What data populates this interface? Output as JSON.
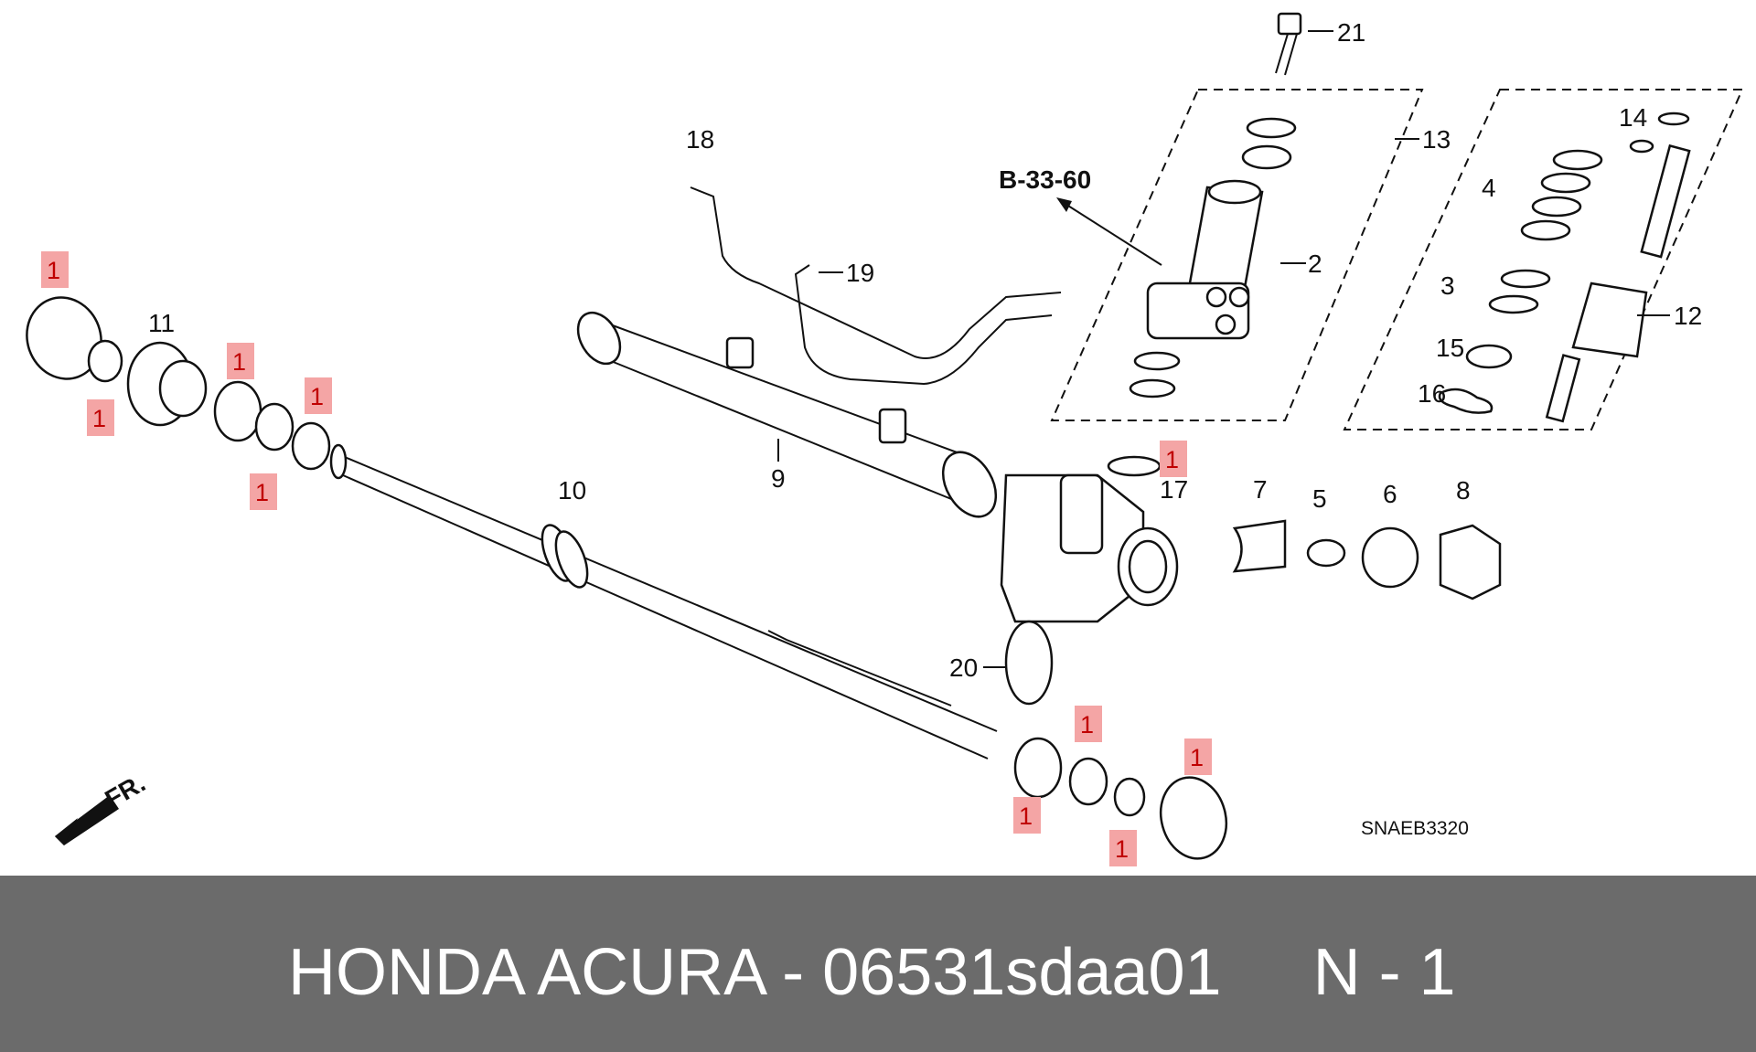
{
  "diagram": {
    "section_ref": "B-33-60",
    "diagram_code": "SNAEB3320",
    "direction_label": "FR.",
    "part_numbers": [
      "1",
      "2",
      "3",
      "4",
      "5",
      "6",
      "7",
      "8",
      "9",
      "10",
      "11",
      "12",
      "13",
      "14",
      "15",
      "16",
      "17",
      "18",
      "19",
      "20",
      "21"
    ],
    "highlight_marker": "1",
    "highlight_color": "#f4a5a5",
    "highlight_text_color": "#c00000"
  },
  "footer": {
    "text": "HONDA ACURA - 06531sdaa01     N - 1",
    "background": "#6b6b6b",
    "text_color": "#ffffff"
  }
}
